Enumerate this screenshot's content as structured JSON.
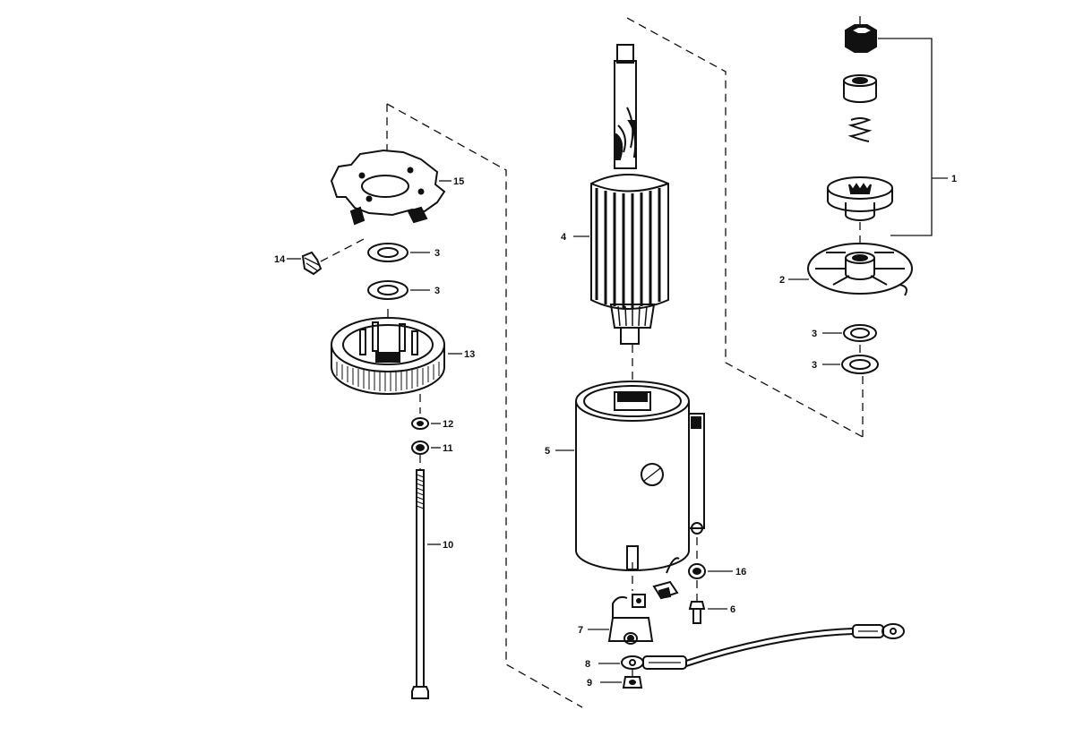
{
  "callouts": {
    "c1": "1",
    "c2": "2",
    "c3a": "3",
    "c3b": "3",
    "c3c": "3",
    "c3d": "3",
    "c4": "4",
    "c5": "5",
    "c6": "6",
    "c7": "7",
    "c8": "8",
    "c9": "9",
    "c10": "10",
    "c11": "11",
    "c12": "12",
    "c13": "13",
    "c14": "14",
    "c15": "15",
    "c16": "16"
  }
}
